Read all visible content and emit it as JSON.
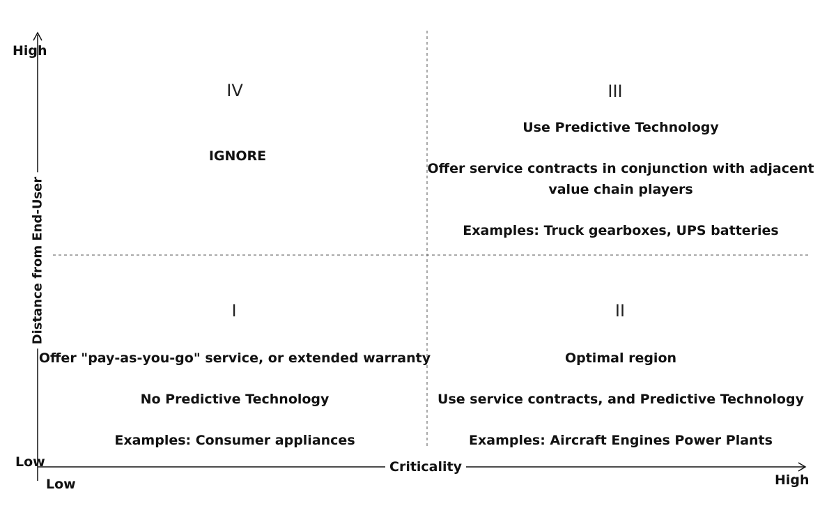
{
  "axes": {
    "y_title": "Distance from End-User",
    "y_high": "High",
    "y_low": "Low",
    "x_title": "Criticality",
    "x_low": "Low",
    "x_high": "High"
  },
  "quadrants": {
    "q4": {
      "numeral": "IV",
      "lines": [
        "IGNORE"
      ]
    },
    "q3": {
      "numeral": "III",
      "lines": [
        "Use Predictive Technology",
        "Offer service contracts in conjunction with adjacent",
        "value chain players",
        "Examples: Truck gearboxes, UPS batteries"
      ]
    },
    "q1": {
      "numeral": "I",
      "lines": [
        "Offer \"pay-as-you-go\" service, or extended warranty",
        "No Predictive Technology",
        "Examples: Consumer appliances"
      ]
    },
    "q2": {
      "numeral": "II",
      "lines": [
        "Optimal region",
        "Use service contracts, and  Predictive Technology",
        "Examples: Aircraft Engines Power Plants"
      ]
    }
  },
  "colors": {
    "axis": "#111111",
    "divider": "#555555"
  }
}
